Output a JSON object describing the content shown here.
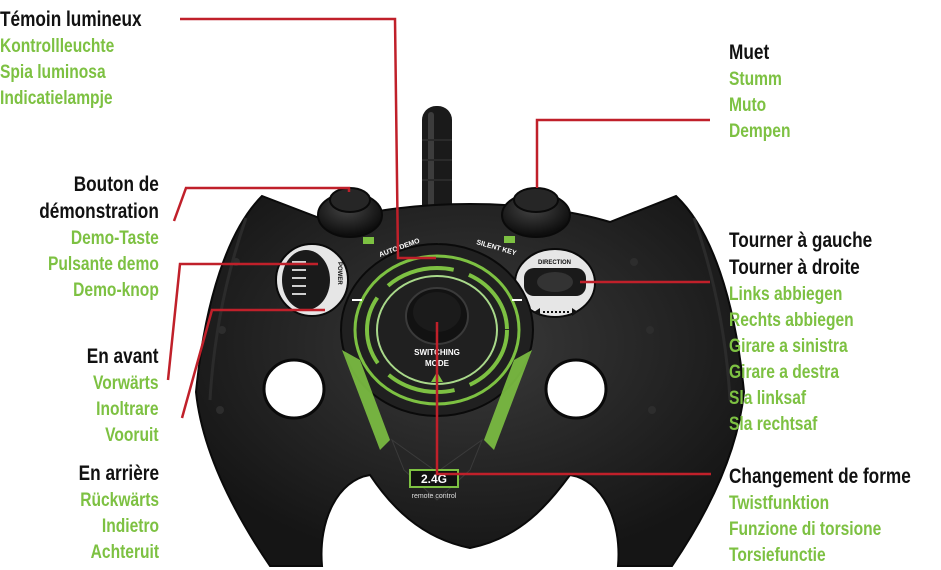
{
  "callouts": {
    "temoin": {
      "title": "Témoin lumineux",
      "translations": [
        "Kontrollleuchte",
        "Spia luminosa",
        "Indicatielampje"
      ]
    },
    "bouton": {
      "title_line1": "Bouton de",
      "title_line2": "démonstration",
      "translations": [
        "Demo-Taste",
        "Pulsante demo",
        "Demo-knop"
      ]
    },
    "avant": {
      "title": "En avant",
      "translations": [
        "Vorwärts",
        "Inoltrare",
        "Vooruit"
      ]
    },
    "arriere": {
      "title": "En arrière",
      "translations": [
        "Rückwärts",
        "Indietro",
        "Achteruit"
      ]
    },
    "muet": {
      "title": "Muet",
      "translations": [
        "Stumm",
        "Muto",
        "Dempen"
      ]
    },
    "tourner": {
      "title_line1": "Tourner à gauche",
      "title_line2": "Tourner à droite",
      "translations": [
        "Links abbiegen",
        "Rechts abbiegen",
        "Girare a sinistra",
        "Girare a destra",
        "Sla linksaf",
        "Sla rechtsaf"
      ]
    },
    "change": {
      "title": "Changement de forme",
      "translations": [
        "Twistfunktion",
        "Funzione di torsione",
        "Torsiefunctie"
      ]
    }
  },
  "device": {
    "auto_demo": "AUTO DEMO",
    "silent_key": "SILENT KEY",
    "power": "POWER",
    "direction": "DIRECTION",
    "switching": "SWITCHING",
    "mode": "MODE",
    "badge": "2.4G",
    "badge_sub": "remote control"
  },
  "colors": {
    "accent_green": "#7dc142",
    "leader_red": "#c0202a",
    "body": "#1c1c1c"
  }
}
